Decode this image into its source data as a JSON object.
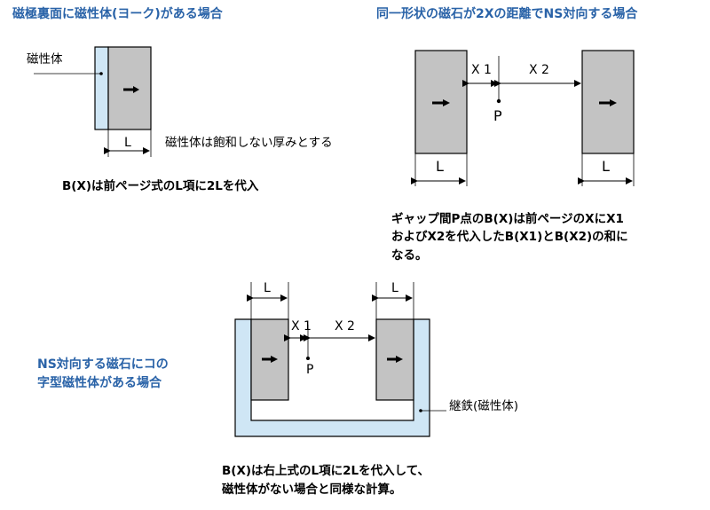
{
  "headings": {
    "top_left": "磁極裏面に磁性体(ヨーク)がある場合",
    "top_right": "同一形状の磁石が2Xの距離でNS対向する場合",
    "bottom_left_line1": "NS対向する磁石にコの",
    "bottom_left_line2": "字型磁性体がある場合"
  },
  "labels": {
    "magnetic_body": "磁性体",
    "magnetic_body_note": "磁性体は飽和しない厚みとする",
    "formula_left": "B(X)は前ページ式のL項に2Lを代入",
    "gap_note_line1": "ギャップ間P点のB(X)は前ページのXにX1",
    "gap_note_line2": "およびX2を代入したB(X1)とB(X2)の和に",
    "gap_note_line3": "なる。",
    "yoke": "継鉄(磁性体)",
    "bottom_note_line1": "B(X)は右上式のL項に2Lを代入して、",
    "bottom_note_line2": "磁性体がない場合と同様な計算。"
  },
  "dims": {
    "L": "L",
    "X1": "X 1",
    "X2": "X 2",
    "P": "P"
  },
  "colors": {
    "heading": "#2a63a8",
    "magnet": "#c3c3c3",
    "yoke": "#cfe6f5"
  }
}
